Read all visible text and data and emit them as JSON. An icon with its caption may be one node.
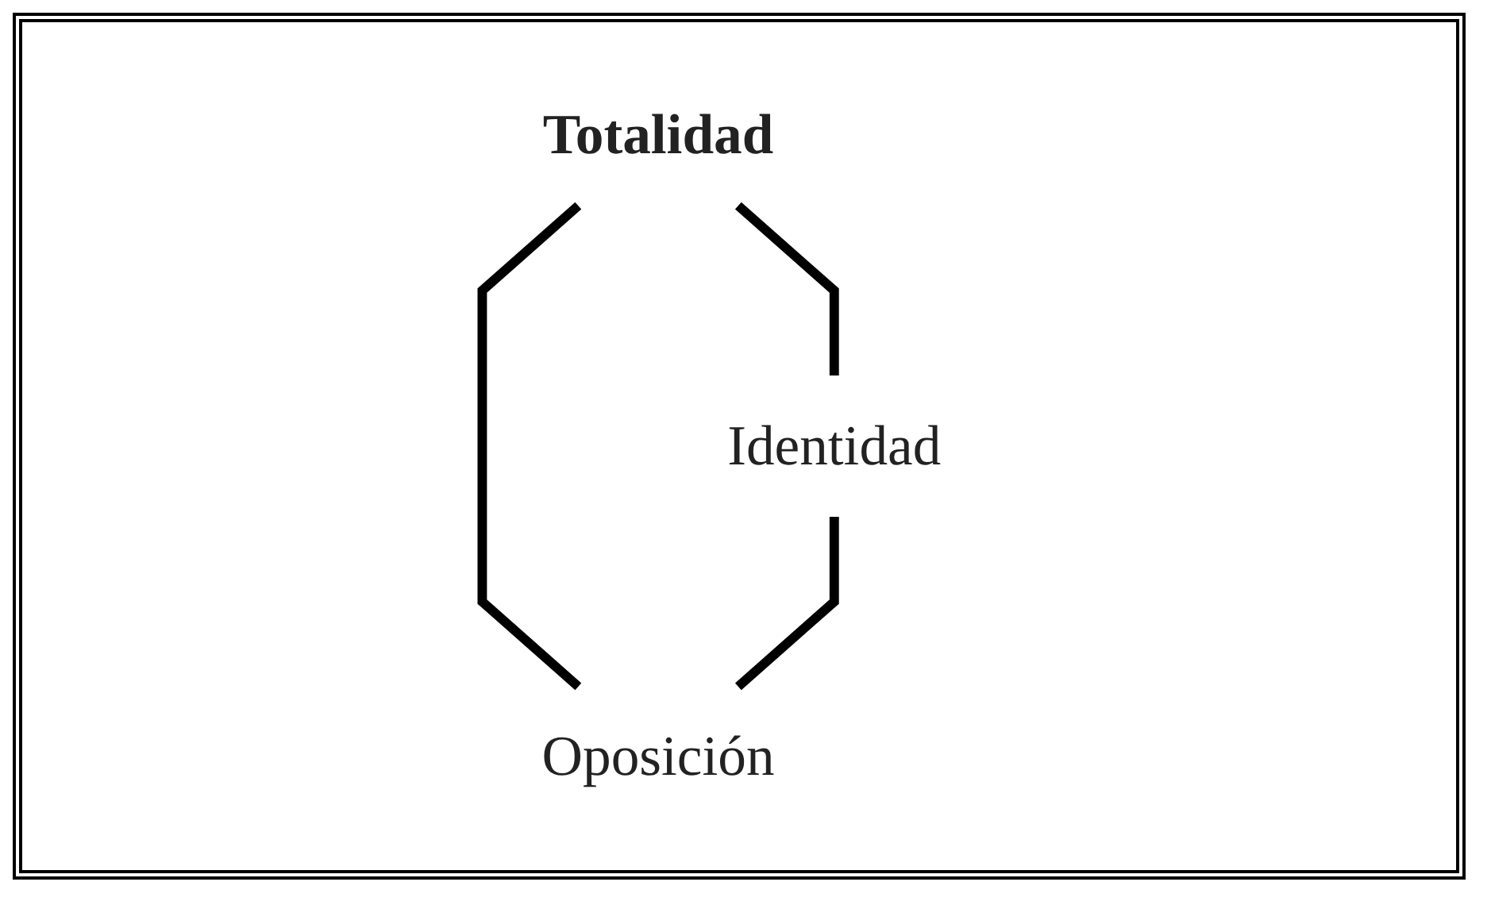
{
  "diagram": {
    "nodes": [
      {
        "text": [
          "Totalidad"
        ]
      },
      {
        "text": [
          "Identidad"
        ]
      },
      {
        "text": [
          "Oposición"
        ]
      }
    ],
    "edges": [
      {
        "from": 0,
        "to": 1,
        "arrow": "none"
      },
      {
        "from": 0,
        "to": 2,
        "arrow": "none"
      },
      {
        "from": 1,
        "to": 2,
        "arrow": "none"
      }
    ]
  }
}
